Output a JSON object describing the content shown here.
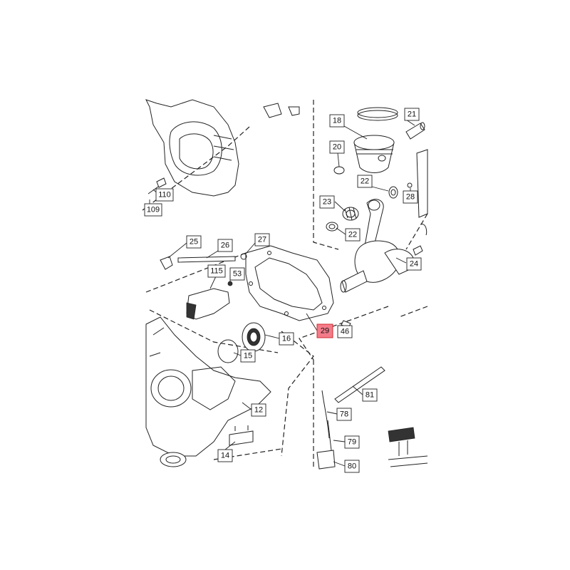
{
  "diagram": {
    "callouts": [
      {
        "id": "18",
        "label": "18",
        "highlight": false
      },
      {
        "id": "21",
        "label": "21",
        "highlight": false
      },
      {
        "id": "20",
        "label": "20",
        "highlight": false
      },
      {
        "id": "22a",
        "label": "22",
        "highlight": false
      },
      {
        "id": "23",
        "label": "23",
        "highlight": false
      },
      {
        "id": "28",
        "label": "28",
        "highlight": false
      },
      {
        "id": "22b",
        "label": "22",
        "highlight": false
      },
      {
        "id": "24",
        "label": "24",
        "highlight": false
      },
      {
        "id": "110",
        "label": "110",
        "highlight": false
      },
      {
        "id": "109",
        "label": "109",
        "highlight": false
      },
      {
        "id": "25",
        "label": "25",
        "highlight": false
      },
      {
        "id": "26",
        "label": "26",
        "highlight": false
      },
      {
        "id": "27",
        "label": "27",
        "highlight": false
      },
      {
        "id": "115",
        "label": "115",
        "highlight": false
      },
      {
        "id": "53",
        "label": "53",
        "highlight": false
      },
      {
        "id": "29",
        "label": "29",
        "highlight": true
      },
      {
        "id": "46",
        "label": "46",
        "highlight": false
      },
      {
        "id": "16",
        "label": "16",
        "highlight": false
      },
      {
        "id": "15",
        "label": "15",
        "highlight": false
      },
      {
        "id": "81",
        "label": "81",
        "highlight": false
      },
      {
        "id": "12",
        "label": "12",
        "highlight": false
      },
      {
        "id": "78",
        "label": "78",
        "highlight": false
      },
      {
        "id": "79",
        "label": "79",
        "highlight": false
      },
      {
        "id": "14",
        "label": "14",
        "highlight": false
      },
      {
        "id": "80",
        "label": "80",
        "highlight": false
      }
    ],
    "colors": {
      "highlight": "#f47c8a",
      "line": "#222222",
      "background": "#ffffff"
    }
  }
}
